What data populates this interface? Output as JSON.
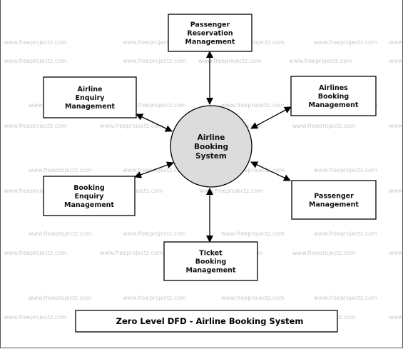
{
  "watermark": "www.freeprojectz.com",
  "center": {
    "lines": [
      "Airline",
      "Booking",
      "System"
    ]
  },
  "entities": [
    {
      "id": "passenger-reservation",
      "lines": [
        "Passenger",
        "Reservation",
        "Management"
      ]
    },
    {
      "id": "airline-enquiry",
      "lines": [
        "Airline",
        "Enquiry",
        "Management"
      ]
    },
    {
      "id": "airlines-booking",
      "lines": [
        "Airlines",
        "Booking",
        "Management"
      ]
    },
    {
      "id": "booking-enquiry",
      "lines": [
        "Booking",
        "Enquiry",
        "Management"
      ]
    },
    {
      "id": "passenger",
      "lines": [
        "Passenger",
        "Management"
      ]
    },
    {
      "id": "ticket-booking",
      "lines": [
        "Ticket",
        "Booking",
        "Management"
      ]
    }
  ],
  "title": "Zero Level DFD - Airline Booking System"
}
